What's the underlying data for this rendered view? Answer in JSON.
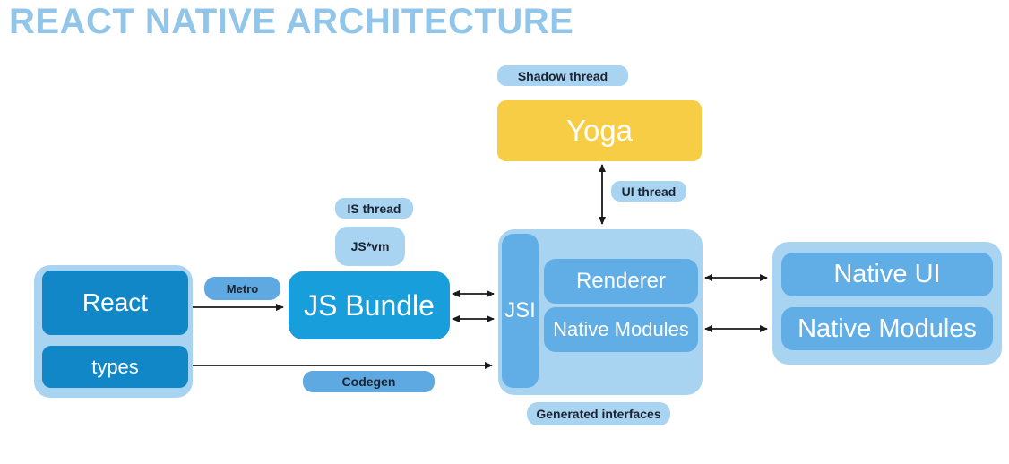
{
  "page_title": "REACT NATIVE ARCHITECTURE",
  "colors": {
    "title": "#92c5ea",
    "group_container": "#a9d4f1",
    "node_dark_blue": "#1187c8",
    "node_bright_blue": "#189fdb",
    "node_medium_blue": "#61ade6",
    "yoga_yellow": "#f6cd45",
    "label_text": "#1b2330",
    "node_text": "#ffffff",
    "arrow": "#1a1a1a"
  },
  "threads": {
    "shadow": "Shadow thread",
    "ui": "UI thread",
    "is": "IS thread",
    "js_vm": "JS*vm"
  },
  "nodes": {
    "yoga": "Yoga",
    "react": "React",
    "types": "types",
    "js_bundle": "JS Bundle",
    "jsi": "JSI",
    "renderer": "Renderer",
    "native_modules_bridge": "Native Modules",
    "native_ui": "Native UI",
    "native_modules_host": "Native Modules"
  },
  "edge_labels": {
    "metro": "Metro",
    "codegen": "Codegen",
    "generated_interfaces": "Generated interfaces"
  }
}
